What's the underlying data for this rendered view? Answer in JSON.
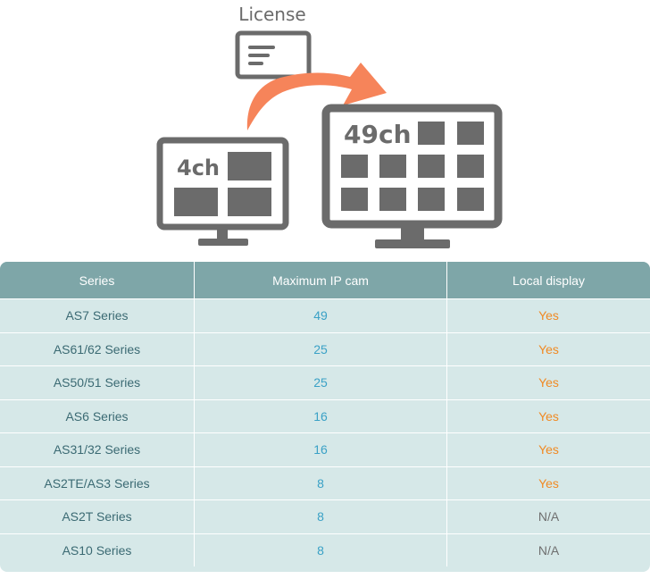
{
  "illustration": {
    "license_label": "License",
    "small_monitor_label": "4ch",
    "large_monitor_label": "49ch"
  },
  "table": {
    "headers": [
      "Series",
      "Maximum IP cam",
      "Local display"
    ],
    "rows": [
      {
        "series": "AS7 Series",
        "max": "49",
        "display": "Yes"
      },
      {
        "series": "AS61/62 Series",
        "max": "25",
        "display": "Yes"
      },
      {
        "series": "AS50/51 Series",
        "max": "25",
        "display": "Yes"
      },
      {
        "series": "AS6 Series",
        "max": "16",
        "display": "Yes"
      },
      {
        "series": "AS31/32 Series",
        "max": "16",
        "display": "Yes"
      },
      {
        "series": "AS2TE/AS3 Series",
        "max": "8",
        "display": "Yes"
      },
      {
        "series": "AS2T Series",
        "max": "8",
        "display": "N/A"
      },
      {
        "series": "AS10 Series",
        "max": "8",
        "display": "N/A"
      }
    ]
  },
  "colors": {
    "monitor": "#6b6b6b",
    "arrow": "#f6845a",
    "header_bg": "#7ea6a8",
    "row_bg": "#d6e8e8",
    "series_text": "#3b6a73",
    "max_text": "#3aa1c6",
    "yes_text": "#f08a24",
    "na_text": "#6f6f6f"
  }
}
